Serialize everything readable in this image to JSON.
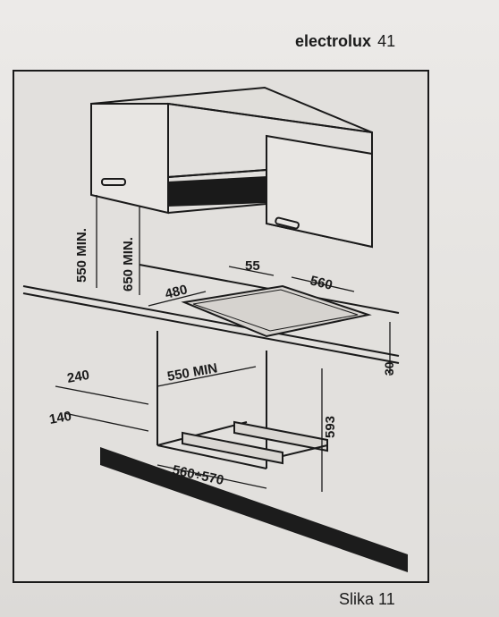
{
  "header": {
    "brand": "electrolux",
    "page_number": "41"
  },
  "figure": {
    "caption": "Slika 11",
    "dimensions": {
      "d550min_vertical": "550 MIN.",
      "d650min_vertical": "650 MIN.",
      "d55": "55",
      "d560": "560",
      "d480": "480",
      "d30": "30",
      "d240": "240",
      "d550min_horizontal": "550 MIN",
      "d140": "140",
      "d593": "593",
      "d560_570": "560÷570"
    }
  }
}
